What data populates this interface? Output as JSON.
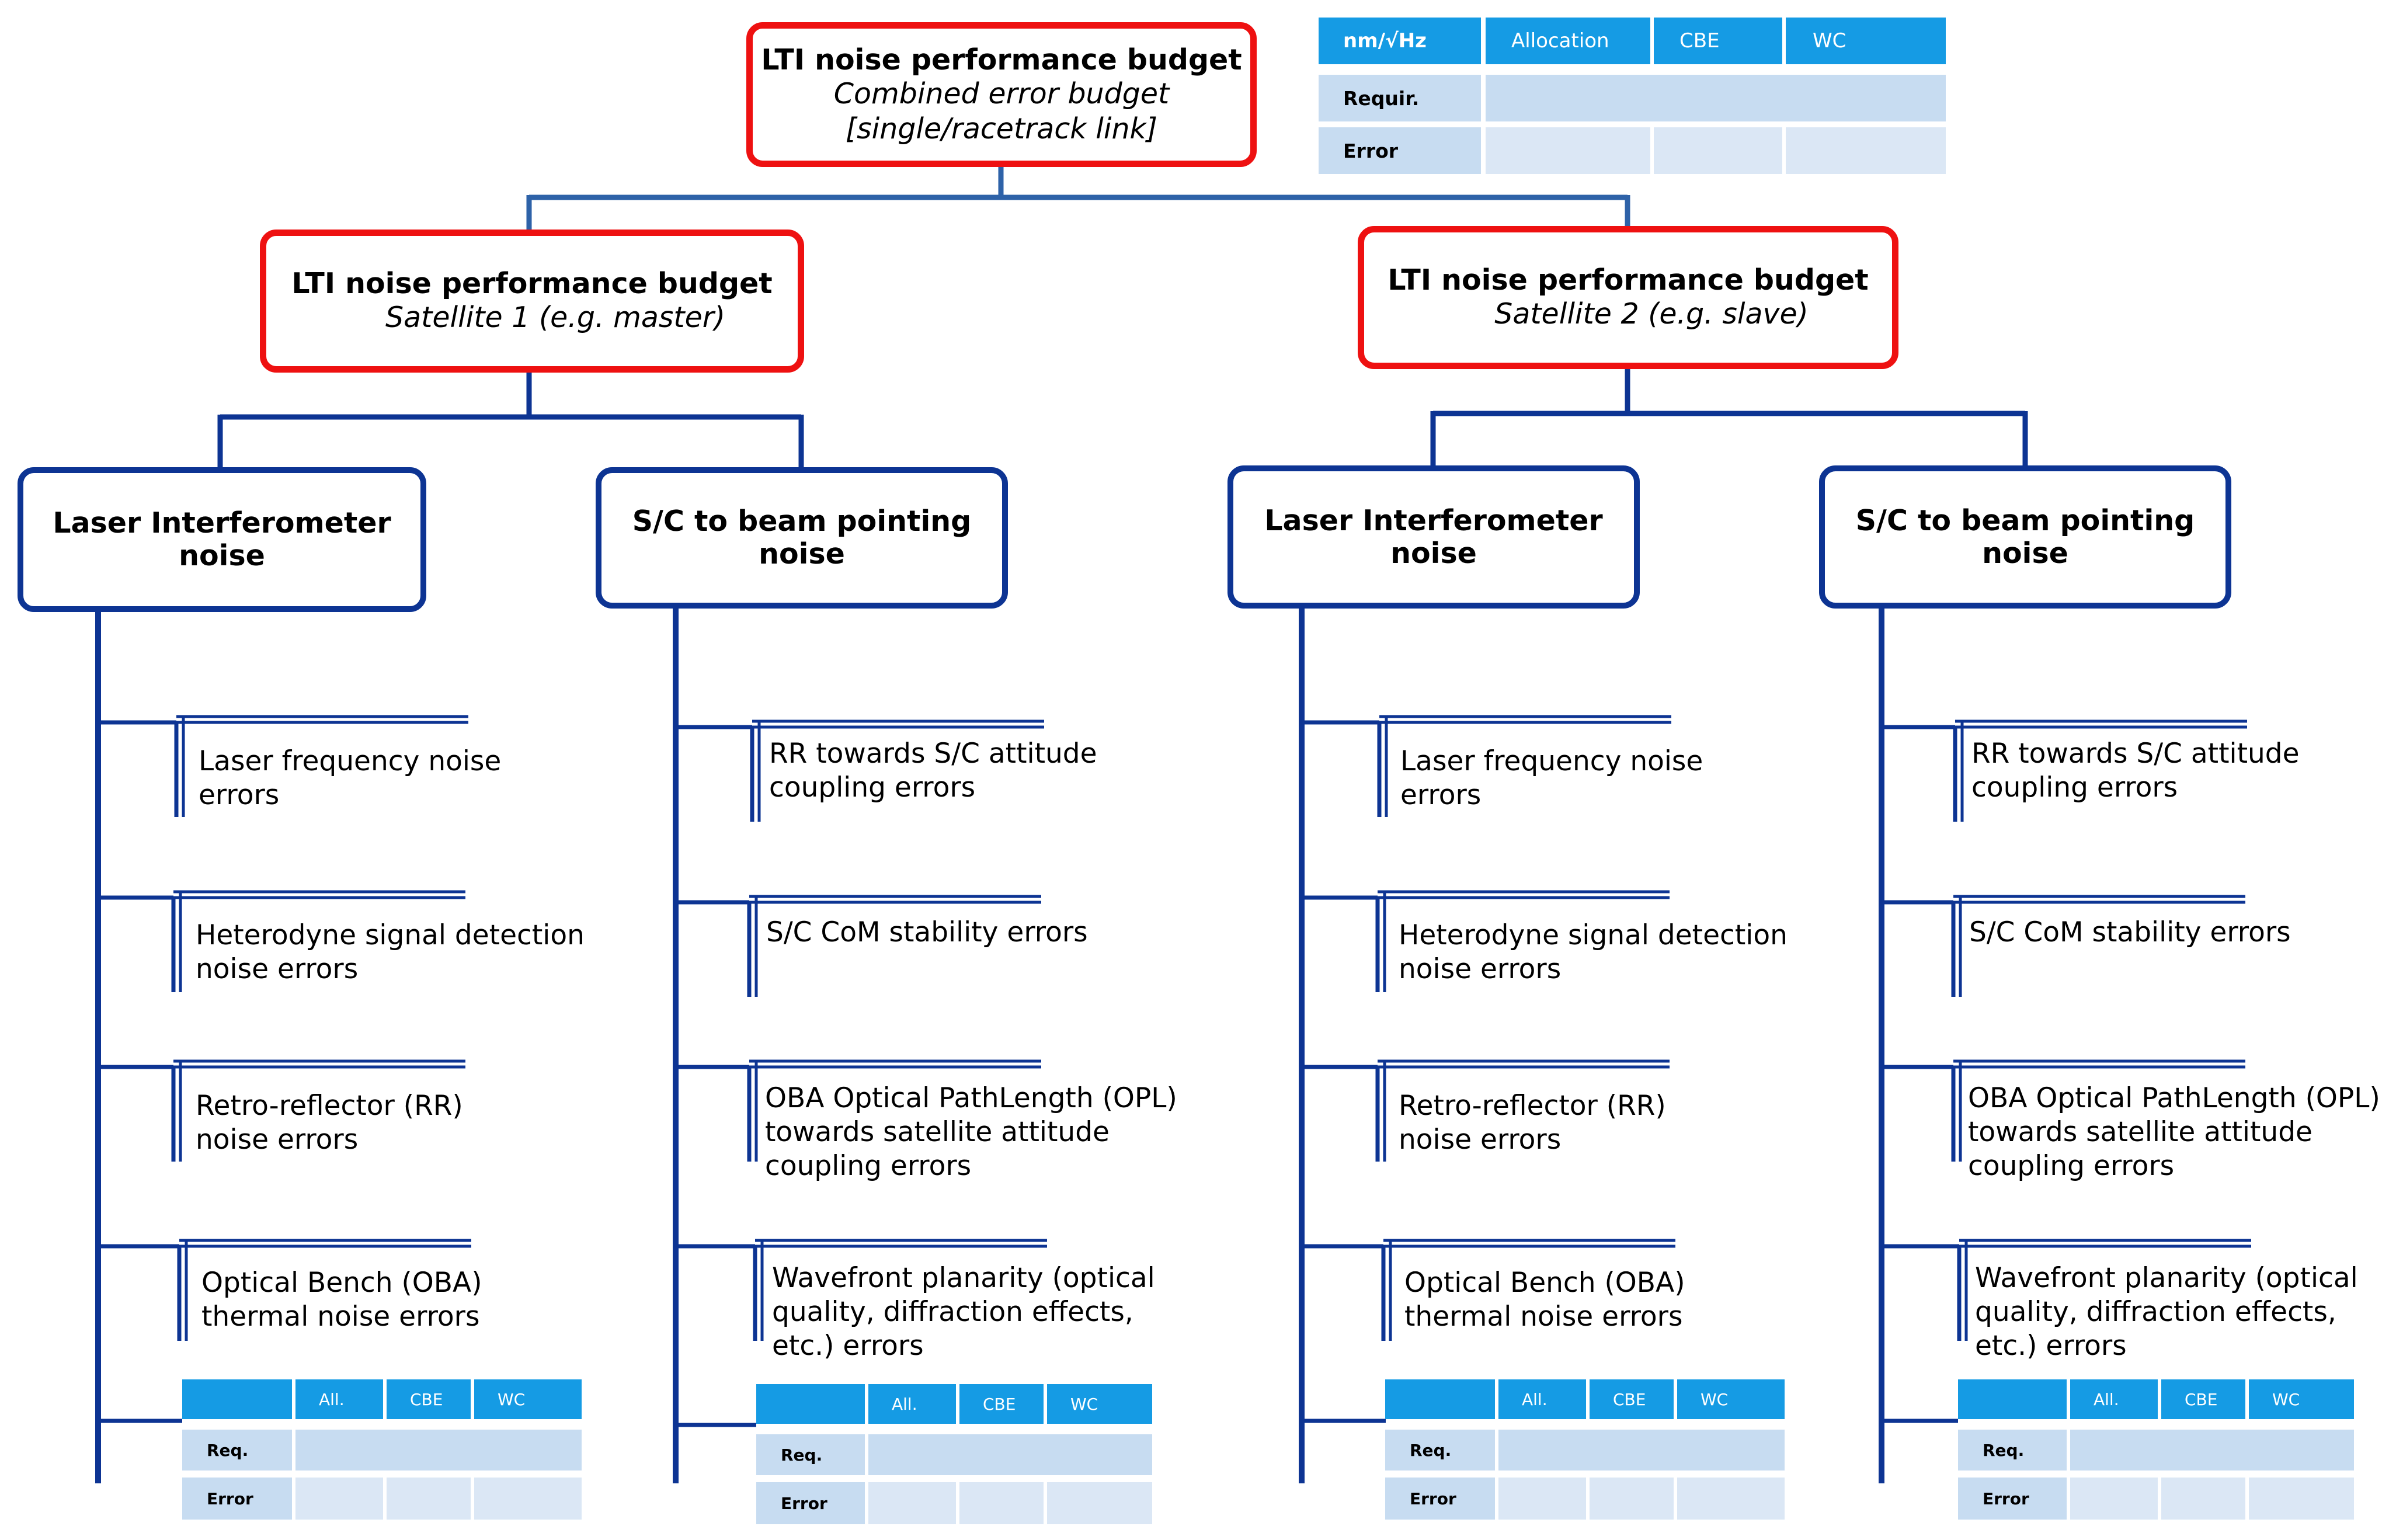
{
  "root": {
    "title": "LTI noise performance budget",
    "subtitle": "Combined error budget",
    "subtitle2": "[single/racetrack link]"
  },
  "top_table": {
    "unit": "nm/√Hz",
    "columns": [
      "Allocation",
      "CBE",
      "WC"
    ],
    "rows": [
      "Requir.",
      "Error"
    ]
  },
  "satellites": [
    {
      "title": "LTI noise performance budget",
      "subtitle": "Satellite 1 (e.g. master)",
      "branches": [
        {
          "title": "Laser Interferometer\nnoise",
          "items": [
            "Laser frequency noise\nerrors",
            "Heterodyne signal detection\nnoise errors",
            "Retro-reflector (RR)\nnoise errors",
            "Optical Bench (OBA)\nthermal noise errors"
          ]
        },
        {
          "title": "S/C to beam pointing\nnoise",
          "items": [
            "RR towards S/C attitude\ncoupling errors",
            "S/C CoM stability errors",
            "OBA Optical PathLength (OPL)\ntowards satellite attitude\ncoupling errors",
            "Wavefront planarity (optical\nquality, diffraction effects,\netc.) errors"
          ]
        }
      ]
    },
    {
      "title": "LTI noise performance budget",
      "subtitle": "Satellite 2 (e.g. slave)",
      "branches": [
        {
          "title": "Laser Interferometer\nnoise",
          "items": [
            "Laser frequency noise\nerrors",
            "Heterodyne signal detection\nnoise errors",
            "Retro-reflector (RR)\nnoise errors",
            "Optical Bench (OBA)\nthermal noise errors"
          ]
        },
        {
          "title": "S/C to beam pointing\nnoise",
          "items": [
            "RR towards S/C attitude\ncoupling errors",
            "S/C CoM stability errors",
            "OBA Optical PathLength (OPL)\ntowards satellite attitude\ncoupling errors",
            "Wavefront planarity (optical\nquality, diffraction effects,\netc.) errors"
          ]
        }
      ]
    }
  ],
  "small_table": {
    "columns": [
      "All.",
      "CBE",
      "WC"
    ],
    "rows": [
      "Req.",
      "Error"
    ]
  },
  "colors": {
    "red_border": "#ee1111",
    "blue_border": "#0d3493",
    "connector": "#2e62a8",
    "table_header": "#159be4",
    "table_body": "#c7dcf1"
  }
}
